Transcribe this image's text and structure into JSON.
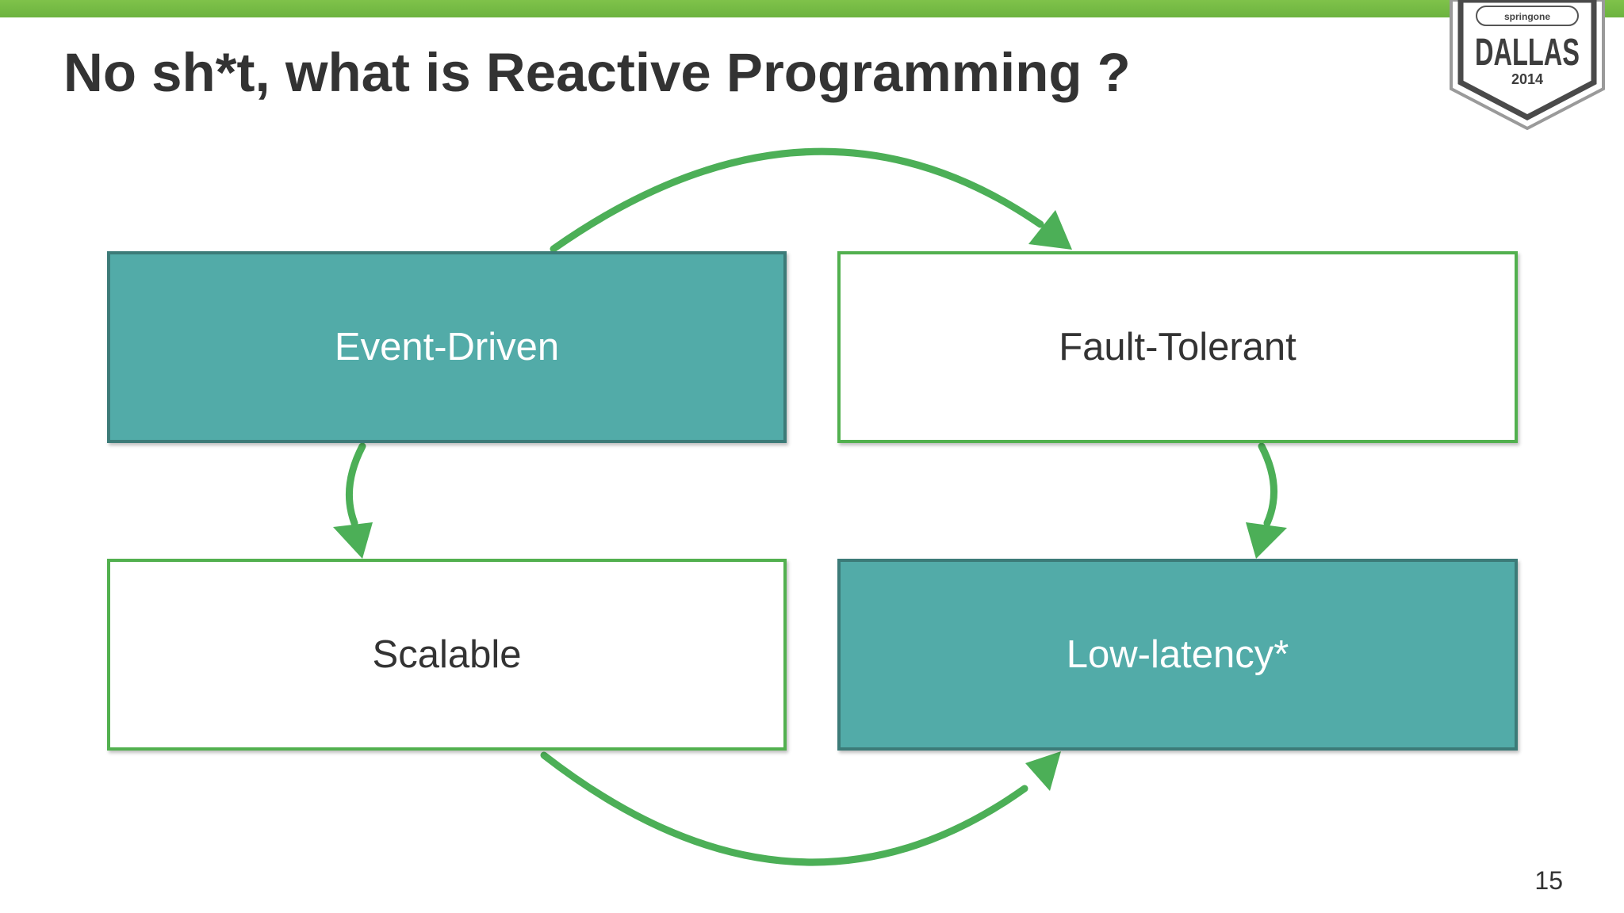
{
  "slide": {
    "title": "No sh*t, what is Reactive Programming ?",
    "page_number": "15"
  },
  "badge": {
    "brand": "springone",
    "city": "DALLAS",
    "year": "2014"
  },
  "diagram": {
    "nodes": {
      "event_driven": "Event-Driven",
      "fault_tolerant": "Fault-Tolerant",
      "scalable": "Scalable",
      "low_latency": "Low-latency*"
    },
    "edges": [
      {
        "from": "Event-Driven",
        "to": "Fault-Tolerant"
      },
      {
        "from": "Event-Driven",
        "to": "Scalable"
      },
      {
        "from": "Fault-Tolerant",
        "to": "Low-latency*"
      },
      {
        "from": "Scalable",
        "to": "Low-latency*"
      }
    ]
  },
  "colors": {
    "accent_green": "#4caf57",
    "top_bar": "#6cb33f",
    "box_teal": "#52aba8",
    "box_teal_border": "#3c7b78",
    "box_outline": "#52b04f",
    "text": "#333333"
  }
}
